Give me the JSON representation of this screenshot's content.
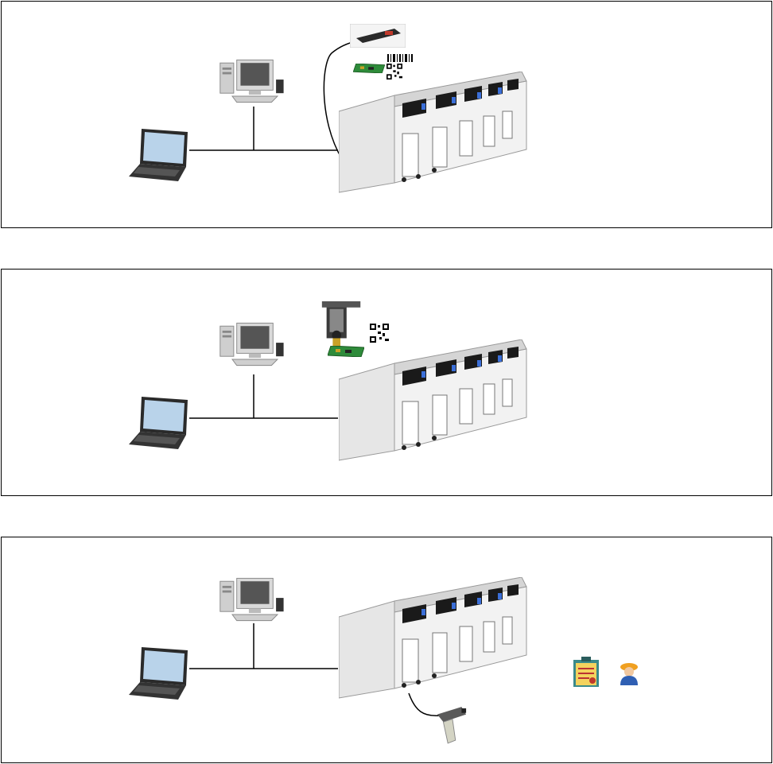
{
  "diagram": {
    "panels": [
      {
        "id": "barcode-reader-setup",
        "nodes": [
          "laptop",
          "desktop-pc",
          "smt-placement-line",
          "fixed-barcode-scanner",
          "pcb-board",
          "linear-barcode",
          "qr-code"
        ]
      },
      {
        "id": "feeder-verification-setup",
        "nodes": [
          "laptop",
          "desktop-pc",
          "smt-placement-line",
          "component-feeder",
          "qr-code",
          "pcb-board"
        ]
      },
      {
        "id": "handheld-scanner-setup",
        "nodes": [
          "laptop",
          "desktop-pc",
          "smt-placement-line",
          "handheld-barcode-scanner",
          "report-clipboard",
          "operator"
        ]
      }
    ],
    "colors": {
      "line": "#000000",
      "machine_body": "#e6e6e6",
      "machine_dark": "#1a1a1a",
      "screen": "#b9d3ea",
      "pcb": "#2e8b3a",
      "scanner_red": "#c0392b",
      "clipboard": "#f4d35e",
      "operator_blue": "#2f5fb3",
      "operator_hat": "#f0a020"
    }
  }
}
